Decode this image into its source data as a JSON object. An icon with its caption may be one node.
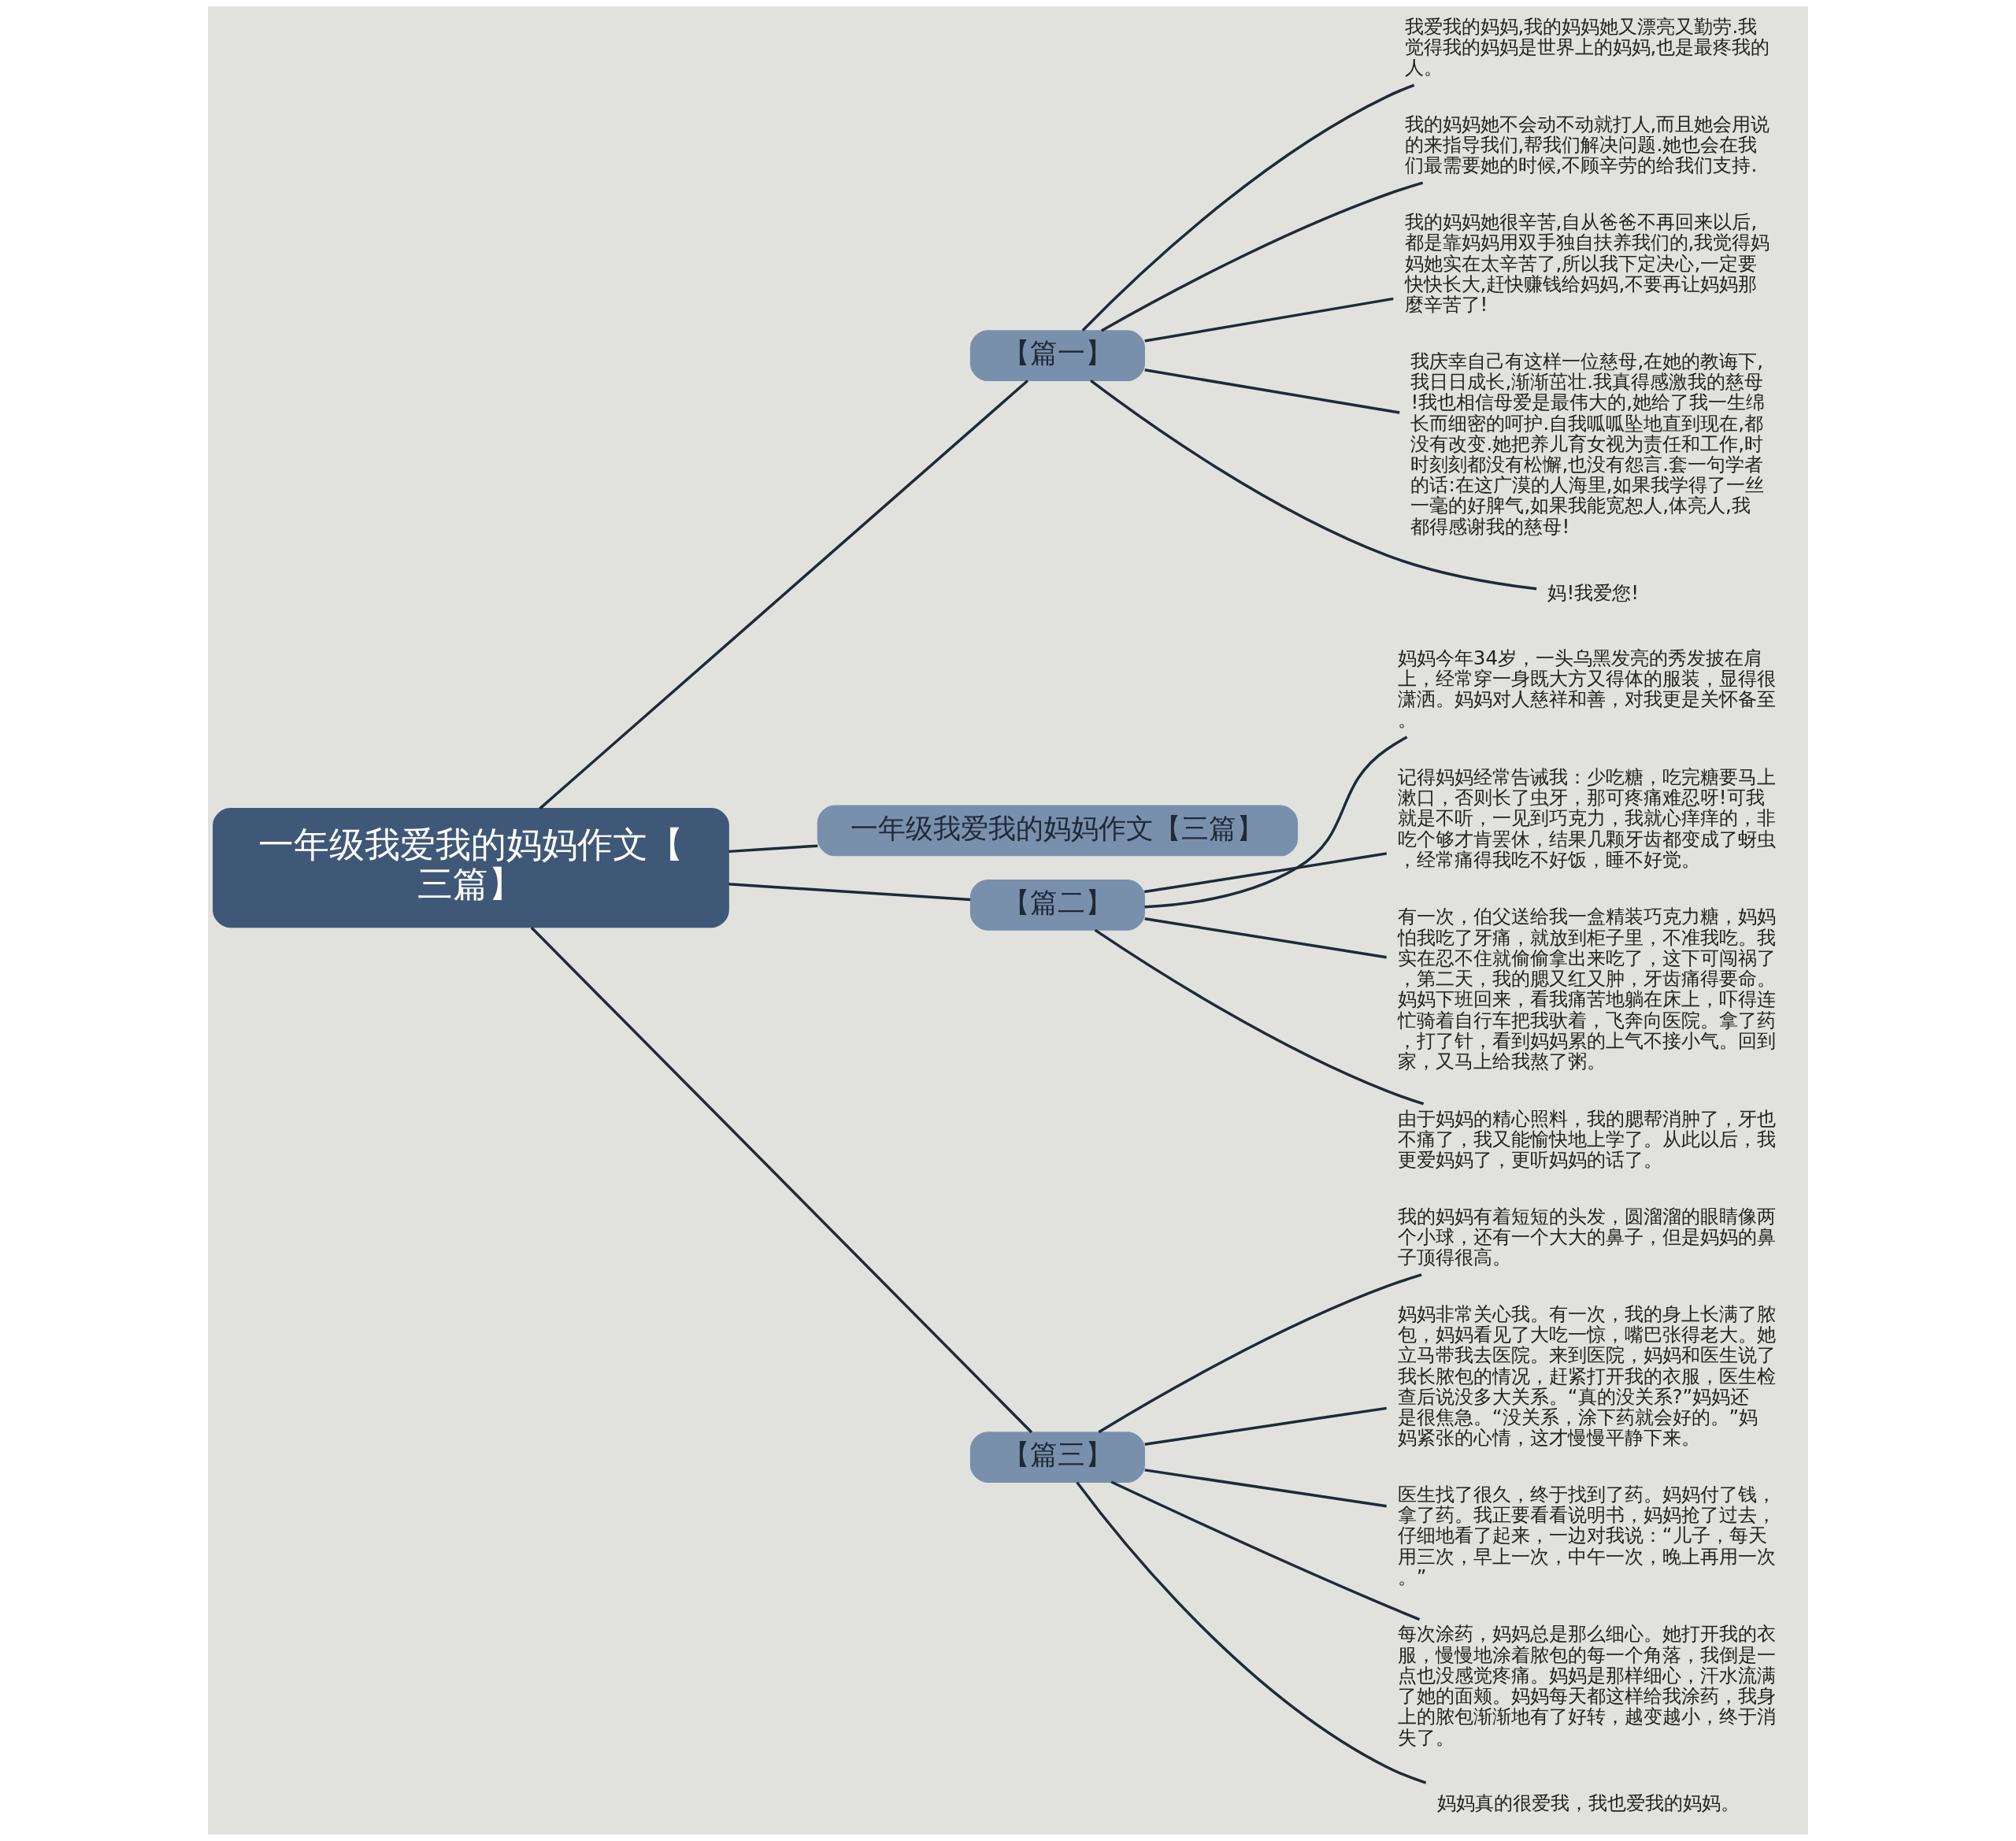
{
  "diagram": {
    "nodes": [
      {
        "text": [
          "一年级我爱我的妈妈作文【三篇】"
        ]
      },
      {
        "text": [
          "【篇一】"
        ]
      },
      {
        "text": [
          "我爱我的妈妈,我的妈妈她又漂亮又勤劳.我觉得我的妈妈是世界上的妈妈,也是最疼我的人。"
        ]
      },
      {
        "text": [
          "我的妈妈她不会动不动就打人,而且她会用说的来指导我们,帮我们解决问题.她也会在我们最需要她的时候,不顾辛劳的给我们支持."
        ]
      },
      {
        "text": [
          "我的妈妈她很辛苦,自从爸爸不再回来以后,都是靠妈妈用双手独自扶养我们的,我觉得妈妈她实在太辛苦了,所以我下定决心,一定要快快长大,赶快赚钱给妈妈,不要再让妈妈那麼辛苦了!"
        ]
      },
      {
        "text": [
          "我庆幸自己有这样一位慈母,在她的教诲下,我日日成长,渐渐茁壮.我真得感激我的慈母!我也相信母爱是最伟大的,她给了我一生绵长而细密的呵护.自我呱呱坠地直到现在,都没有改变.她把养儿育女视为责任和工作,时时刻刻都没有松懈,也没有怨言.套一句学者的话:在这广漠的人海里,如果我学得了一丝一毫的好脾气,如果我能宽恕人,体亮人,我都得感谢我的慈母!"
        ]
      },
      {
        "text": [
          "妈!我爱您!"
        ]
      },
      {
        "text": [
          "一年级我爱我的妈妈作文【三篇】"
        ]
      },
      {
        "text": [
          "【篇二】"
        ]
      },
      {
        "text": [
          "妈妈今年34岁，一头乌黑发亮的秀发披在肩上，经常穿一身既大方又得体的服装，显得很潇洒。妈妈对人慈祥和善，对我更是关怀备至。"
        ]
      },
      {
        "text": [
          "记得妈妈经常告诫我：少吃糖，吃完糖要马上漱口，否则长了虫牙，那可疼痛难忍呀!可我就是不听，一见到巧克力，我就心痒痒的，非吃个够才肯罢休，结果几颗牙齿都变成了蚜虫，经常痛得我吃不好饭，睡不好觉。"
        ]
      },
      {
        "text": [
          "有一次，伯父送给我一盒精装巧克力糖，妈妈怕我吃了牙痛，就放到柜子里，不准我吃。我实在忍不住就偷偷拿出来吃了，这下可闯祸了，第二天，我的腮又红又肿，牙齿痛得要命。妈妈下班回来，看我痛苦地躺在床上，吓得连忙骑着自行车把我驮着，飞奔向医院。拿了药，打了针，看到妈妈累的上气不接小气。回到家，又马上给我熬了粥。"
        ]
      },
      {
        "text": [
          "由于妈妈的精心照料，我的腮帮消肿了，牙也不痛了，我又能愉快地上学了。从此以后，我更爱妈妈了，更听妈妈的话了。"
        ]
      },
      {
        "text": [
          "【篇三】"
        ]
      },
      {
        "text": [
          "我的妈妈有着短短的头发，圆溜溜的眼睛像两个小球，还有一个大大的鼻子，但是妈妈的鼻子顶得很高。"
        ]
      },
      {
        "text": [
          "妈妈非常关心我。有一次，我的身上长满了脓包，妈妈看见了大吃一惊，嘴巴张得老大。她立马带我去医院。来到医院，妈妈和医生说了我长脓包的情况，赶紧打开我的衣服，医生检查后说没多大关系。“真的没关系?”妈妈还是很焦急。“没关系，涂下药就会好的。”妈妈紧张的心情，这才慢慢平静下来。"
        ]
      },
      {
        "text": [
          "医生找了很久，终于找到了药。妈妈付了钱，拿了药。我正要看看说明书，妈妈抢了过去，仔细地看了起来，一边对我说：“儿子，每天用三次，早上一次，中午一次，晚上再用一次。”"
        ]
      },
      {
        "text": [
          "每次涂药，妈妈总是那么细心。她打开我的衣服，慢慢地涂着脓包的每一个角落，我倒是一点也没感觉疼痛。妈妈是那样细心，汗水流满了她的面颊。妈妈每天都这样给我涂药，我身上的脓包渐渐地有了好转，越变越小，终于消失了。"
        ]
      },
      {
        "text": [
          "妈妈真的很爱我，我也爱我的妈妈。"
        ]
      }
    ],
    "edges": [
      {
        "from": 0,
        "to": 1,
        "arrow": "none"
      },
      {
        "from": 1,
        "to": 2,
        "arrow": "none"
      },
      {
        "from": 1,
        "to": 3,
        "arrow": "none"
      },
      {
        "from": 1,
        "to": 4,
        "arrow": "none"
      },
      {
        "from": 1,
        "to": 5,
        "arrow": "none"
      },
      {
        "from": 1,
        "to": 6,
        "arrow": "none"
      },
      {
        "from": 0,
        "to": 7,
        "arrow": "none"
      },
      {
        "from": 0,
        "to": 8,
        "arrow": "none"
      },
      {
        "from": 8,
        "to": 9,
        "arrow": "none"
      },
      {
        "from": 8,
        "to": 10,
        "arrow": "none"
      },
      {
        "from": 8,
        "to": 11,
        "arrow": "none"
      },
      {
        "from": 8,
        "to": 12,
        "arrow": "none"
      },
      {
        "from": 0,
        "to": 13,
        "arrow": "none"
      },
      {
        "from": 13,
        "to": 14,
        "arrow": "none"
      },
      {
        "from": 13,
        "to": 15,
        "arrow": "none"
      },
      {
        "from": 13,
        "to": 16,
        "arrow": "none"
      },
      {
        "from": 13,
        "to": 17,
        "arrow": "none"
      },
      {
        "from": 13,
        "to": 18,
        "arrow": "none"
      }
    ]
  }
}
